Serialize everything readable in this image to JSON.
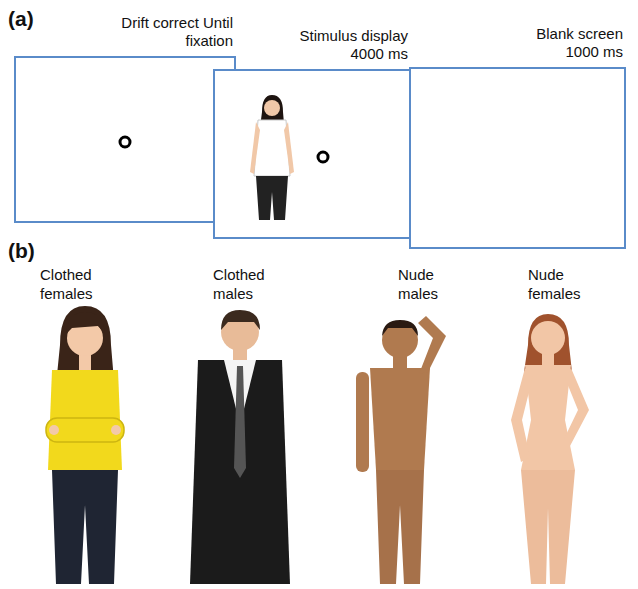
{
  "diagram": {
    "nodes": [
      {
        "text": [
          "Drift correct Until fixation"
        ]
      },
      {
        "text": [
          "Stimulus display 4000 ms"
        ]
      },
      {
        "text": [
          "Blank screen 1000 ms"
        ]
      }
    ],
    "labels": [
      "(a)",
      "(b)",
      "Clothed females",
      "Clothed males",
      "Nude males",
      "Nude females"
    ]
  }
}
